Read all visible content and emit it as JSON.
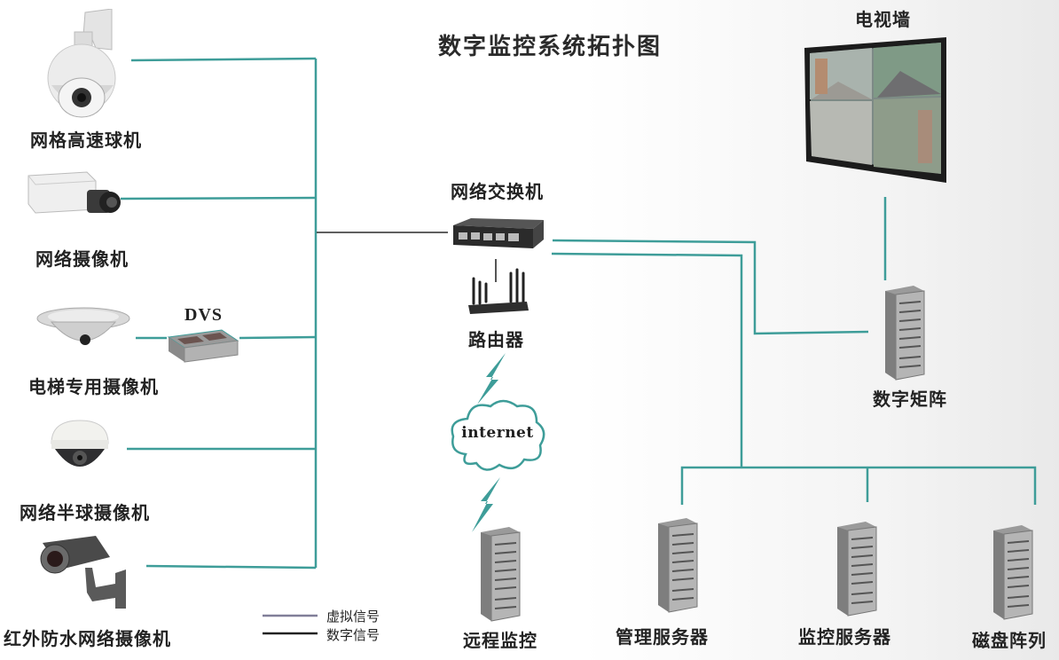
{
  "title": "数字监控系统拓扑图",
  "colors": {
    "connection_line": "#3e9d99",
    "digital_signal": "#222222",
    "virtual_signal": "#807e98",
    "label_text": "#232323"
  },
  "devices": {
    "ptz_camera": {
      "label": "网格高速球机",
      "icon": "ptz-dome-camera-icon"
    },
    "network_camera": {
      "label": "网络摄像机",
      "icon": "box-camera-icon"
    },
    "elevator_camera": {
      "label": "电梯专用摄像机",
      "icon": "elevator-camera-icon"
    },
    "dvs": {
      "label": "DVS",
      "icon": "video-server-icon"
    },
    "dome_camera": {
      "label": "网络半球摄像机",
      "icon": "dome-camera-icon"
    },
    "ir_camera": {
      "label": "红外防水网络摄像机",
      "icon": "ir-bullet-camera-icon"
    },
    "switch": {
      "label": "网络交换机",
      "icon": "network-switch-icon"
    },
    "router": {
      "label": "路由器",
      "icon": "router-icon"
    },
    "internet": {
      "label": "internet",
      "icon": "cloud-icon"
    },
    "remote_monitor": {
      "label": "远程监控",
      "icon": "server-rack-icon"
    },
    "video_wall": {
      "label": "电视墙",
      "icon": "video-wall-icon"
    },
    "digital_matrix": {
      "label": "数字矩阵",
      "icon": "server-rack-icon"
    },
    "management_server": {
      "label": "管理服务器",
      "icon": "server-rack-icon"
    },
    "monitoring_server": {
      "label": "监控服务器",
      "icon": "server-rack-icon"
    },
    "disk_array": {
      "label": "磁盘阵列",
      "icon": "server-rack-icon"
    }
  },
  "connections": [
    {
      "from": "ptz_camera",
      "to": "switch",
      "type": "cable"
    },
    {
      "from": "network_camera",
      "to": "switch",
      "type": "cable"
    },
    {
      "from": "elevator_camera",
      "to": "dvs",
      "type": "cable"
    },
    {
      "from": "dvs",
      "to": "switch",
      "type": "cable"
    },
    {
      "from": "dome_camera",
      "to": "switch",
      "type": "cable"
    },
    {
      "from": "ir_camera",
      "to": "switch",
      "type": "cable"
    },
    {
      "from": "switch",
      "to": "router",
      "type": "digital"
    },
    {
      "from": "router",
      "to": "internet",
      "type": "wireless"
    },
    {
      "from": "internet",
      "to": "remote_monitor",
      "type": "wireless"
    },
    {
      "from": "switch",
      "to": "digital_matrix",
      "type": "cable"
    },
    {
      "from": "digital_matrix",
      "to": "video_wall",
      "type": "cable"
    },
    {
      "from": "switch",
      "to": "management_server",
      "type": "cable"
    },
    {
      "from": "switch",
      "to": "monitoring_server",
      "type": "cable"
    },
    {
      "from": "switch",
      "to": "disk_array",
      "type": "cable"
    }
  ],
  "legend": [
    {
      "label": "虚拟信号",
      "line": "virtual"
    },
    {
      "label": "数字信号",
      "line": "digital"
    }
  ]
}
